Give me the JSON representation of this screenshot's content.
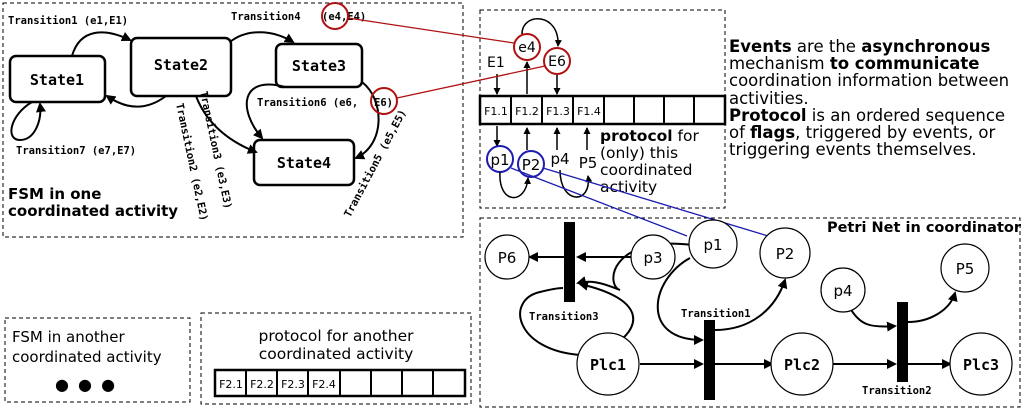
{
  "fsm": {
    "caption_line1": "FSM in one",
    "caption_line2": "coordinated activity",
    "states": [
      "State1",
      "State2",
      "State3",
      "State4"
    ],
    "transitions": {
      "t1": "Transition1 (e1,E1)",
      "t2": "Transition2 (e2,E2)",
      "t3": "Transition3 (e3,E3)",
      "t4_prefix": "Transition4",
      "t4_event": "(e4,E4)",
      "t5": "Transition5 (e5,E5)",
      "t6_prefix": "Transition6 (e6,",
      "t6_event": "E6)",
      "t7": "Transition7 (e7,E7)"
    }
  },
  "protocol": {
    "events": {
      "e1": "E1",
      "e4": "e4",
      "e6": "E6"
    },
    "flags": [
      "F1.1",
      "F1.2",
      "F1.3",
      "F1.4"
    ],
    "places": [
      "p1",
      "P2",
      "p4",
      "P5"
    ],
    "caption_bold": "protocol",
    "caption_rest1": " for",
    "caption_line2": "(only) this",
    "caption_line3": "coordinated",
    "caption_line4": "activity"
  },
  "description": {
    "s1_b1": "Events",
    "s1_t1": " are the ",
    "s1_b2": "asynchronous",
    "s1_t2": " mechanism ",
    "s1_b3": "to communicate",
    "s1_t3": " coordination information between activities.",
    "s2_b1": "Protocol",
    "s2_t1": " is an ordered sequence of ",
    "s2_b2": "flags",
    "s2_t2": ", triggered by events, or triggering events themselves."
  },
  "petri": {
    "title": "Petri Net in coordinator",
    "places": {
      "P6": "P6",
      "p3": "p3",
      "p1": "p1",
      "P2": "P2",
      "p4": "p4",
      "P5": "P5"
    },
    "plcs": [
      "Plc1",
      "Plc2",
      "Plc3"
    ],
    "transitions": {
      "t1": "Transition1",
      "t2": "Transition2",
      "t3": "Transition3"
    }
  },
  "other_fsm": {
    "line1": "FSM in another",
    "line2": "coordinated activity",
    "ellipsis": "● ● ●"
  },
  "other_protocol": {
    "line1": "protocol for another",
    "line2": "coordinated activity",
    "flags": [
      "F2.1",
      "F2.2",
      "F2.3",
      "F2.4"
    ]
  },
  "colors": {
    "event_link": "#b01010",
    "place_link": "#1c1cb0"
  }
}
